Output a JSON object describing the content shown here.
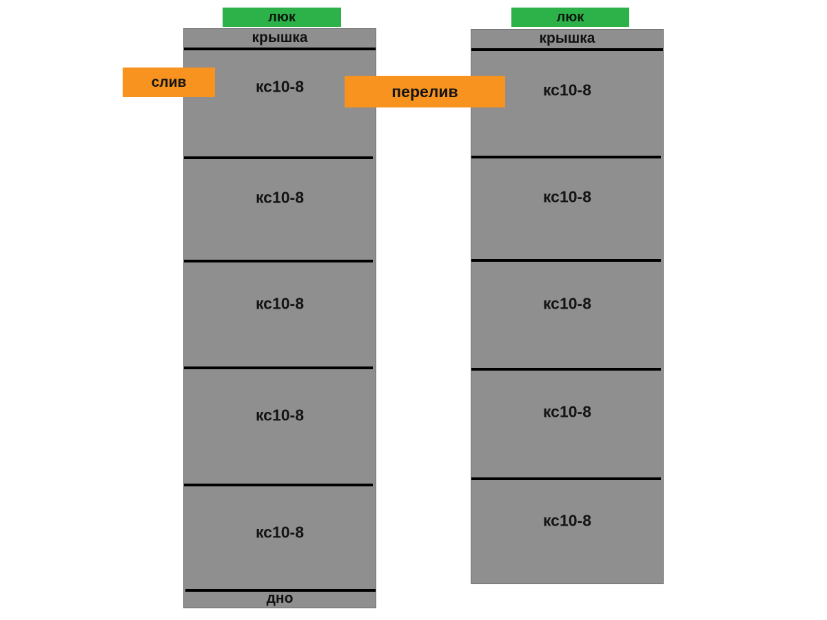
{
  "diagram": {
    "left_well": {
      "lid": "люк",
      "cover": "крышка",
      "rings": [
        "кс10-8",
        "кс10-8",
        "кс10-8",
        "кс10-8",
        "кс10-8"
      ],
      "bottom": "дно"
    },
    "right_well": {
      "lid": "люк",
      "cover": "крышка",
      "rings": [
        "кс10-8",
        "кс10-8",
        "кс10-8",
        "кс10-8",
        "кс10-8"
      ]
    },
    "pipe_labels": {
      "drain": "слив",
      "overflow": "перелив"
    },
    "colors": {
      "ring_gray": "#8f8f8f",
      "lid_green": "#2db24a",
      "label_orange": "#f7931e",
      "line_black": "#000000"
    }
  }
}
